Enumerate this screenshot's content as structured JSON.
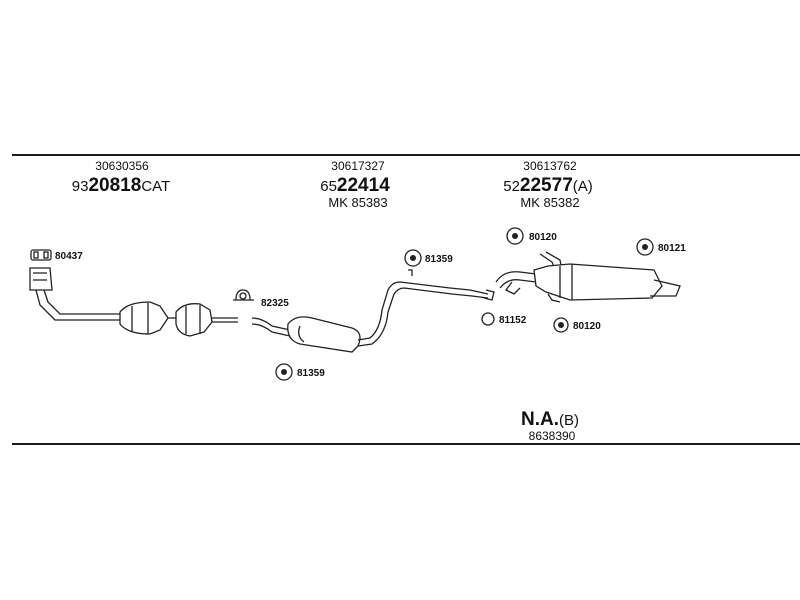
{
  "groups": [
    {
      "ref": "30630356",
      "prefix": "93",
      "main": "20818",
      "suffix": "CAT",
      "code": ""
    },
    {
      "ref": "30617327",
      "prefix": "65",
      "main": "22414",
      "suffix": "",
      "code": "MK 85383"
    },
    {
      "ref": "30613762",
      "prefix": "52",
      "main": "22577",
      "suffix": "(A)",
      "code": "MK 85382"
    }
  ],
  "footer": {
    "main": "N.A.",
    "suffix": "(B)",
    "ref": "8638390"
  },
  "parts": {
    "gasket_top": "80437",
    "clamp": "82325",
    "hanger_mid": "81359",
    "hanger_low": "81359",
    "hanger_rear_a": "80120",
    "hanger_rear_b": "80121",
    "ring": "81152",
    "hanger_rear_c": "80120"
  }
}
